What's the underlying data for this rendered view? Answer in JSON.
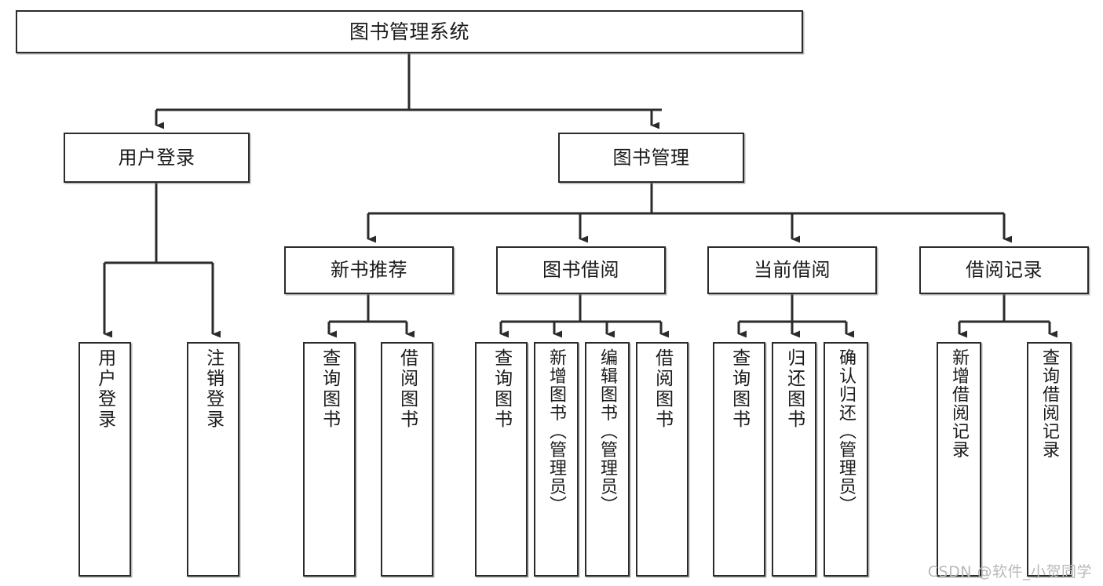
{
  "diagram": {
    "title": "图书管理系统",
    "type": "tree-hierarchy-chart",
    "stroke_color": "#2b2b2b",
    "fill_color": "#ffffff",
    "watermark": "CSDN @软件_小贺同学"
  },
  "nodes": {
    "root": {
      "label": "图书管理系统"
    },
    "level2": [
      {
        "label": "用户登录"
      },
      {
        "label": "图书管理"
      }
    ],
    "level3": [
      {
        "label": "新书推荐"
      },
      {
        "label": "图书借阅"
      },
      {
        "label": "当前借阅"
      },
      {
        "label": "借阅记录"
      }
    ],
    "leaves": {
      "user_login": [
        {
          "label": "用户登录"
        },
        {
          "label": "注销登录"
        }
      ],
      "new_book_recommend": [
        {
          "label": "查询图书"
        },
        {
          "label": "借阅图书"
        }
      ],
      "book_borrow": [
        {
          "label": "查询图书"
        },
        {
          "label": "新增图书（管理员）"
        },
        {
          "label": "编辑图书（管理员）"
        },
        {
          "label": "借阅图书"
        }
      ],
      "current_borrow": [
        {
          "label": "查询图书"
        },
        {
          "label": "归还图书"
        },
        {
          "label": "确认归还（管理员）"
        }
      ],
      "borrow_record": [
        {
          "label": "新增借阅记录"
        },
        {
          "label": "查询借阅记录"
        }
      ]
    }
  }
}
